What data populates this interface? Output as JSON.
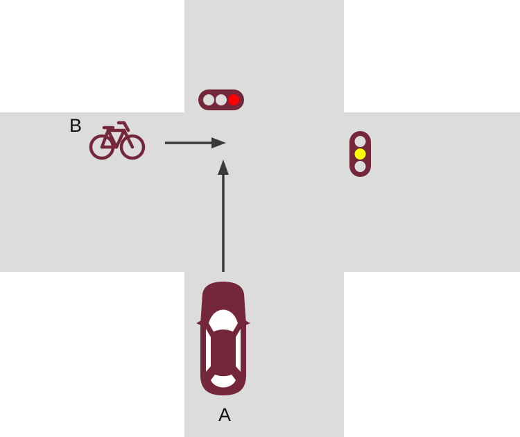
{
  "labels": {
    "vehicle_a": "A",
    "vehicle_b": "B"
  },
  "colors": {
    "road": "#dcdcdc",
    "background": "#ffffff",
    "vehicle": "#74263a",
    "window": "#ffffff",
    "arrow": "#3a3a3a",
    "light_housing": "#74263a",
    "light_off": "#dcdcdc",
    "light_red": "#ff0000",
    "light_yellow": "#ffff00"
  },
  "signals": {
    "north_light": {
      "orientation": "horizontal",
      "active": "red"
    },
    "east_light": {
      "orientation": "vertical",
      "active": "yellow"
    }
  },
  "icons": {
    "vehicle_a": "car-icon",
    "vehicle_b": "bicycle-icon"
  }
}
